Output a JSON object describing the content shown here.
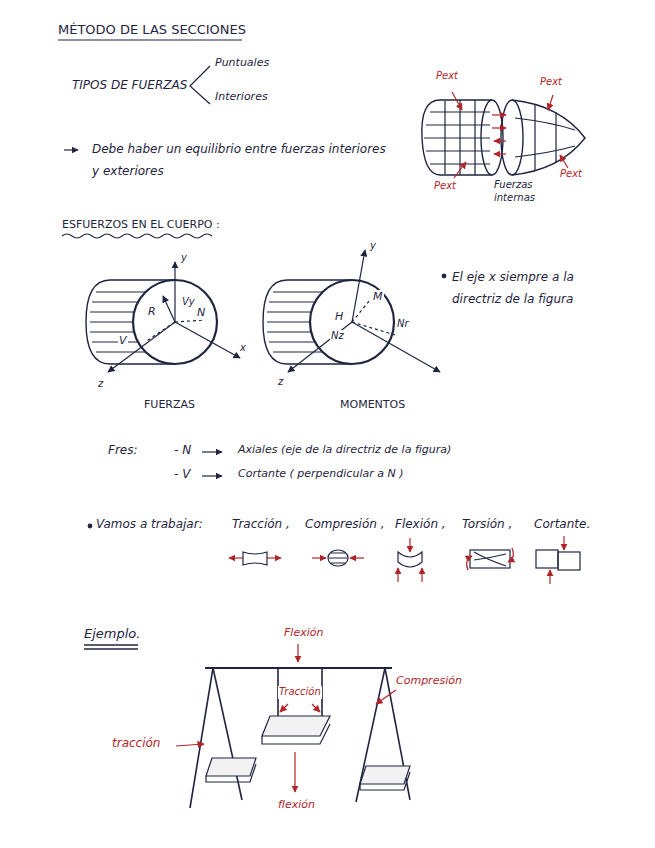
{
  "diagram": {
    "title": "MÉTODO DE LAS SECCIONES",
    "labels": [
      "TIPOS DE FUERZAS",
      "Puntuales",
      "Interiores",
      "Debe haber un equilibrio entre fuerzas interiores y exteriores",
      "Pext",
      "Pext",
      "Pext",
      "Pext",
      "Fuerzas internas",
      "ESFUERZOS EN EL CUERPO :",
      "y",
      "R",
      "Vy",
      "V",
      "N",
      "x",
      "z",
      "y",
      "M",
      "H",
      "Nz",
      "Nr",
      "z",
      "FUERZAS",
      "MOMENTOS",
      "El eje x siempre a la directriz de la figura",
      "Fres:",
      "- N",
      "Axiales (eje de la directriz de la figura)",
      "- V",
      "Cortante ( perpendicular a N )",
      "Vamos a trabajar:",
      "Tracción ,",
      "Compresión ,",
      "Flexión ,",
      "Torsión ,",
      "Cortante.",
      "Ejemplo.",
      "Flexión",
      "Tracción",
      "Compresión",
      "tracción",
      "flexión"
    ]
  }
}
